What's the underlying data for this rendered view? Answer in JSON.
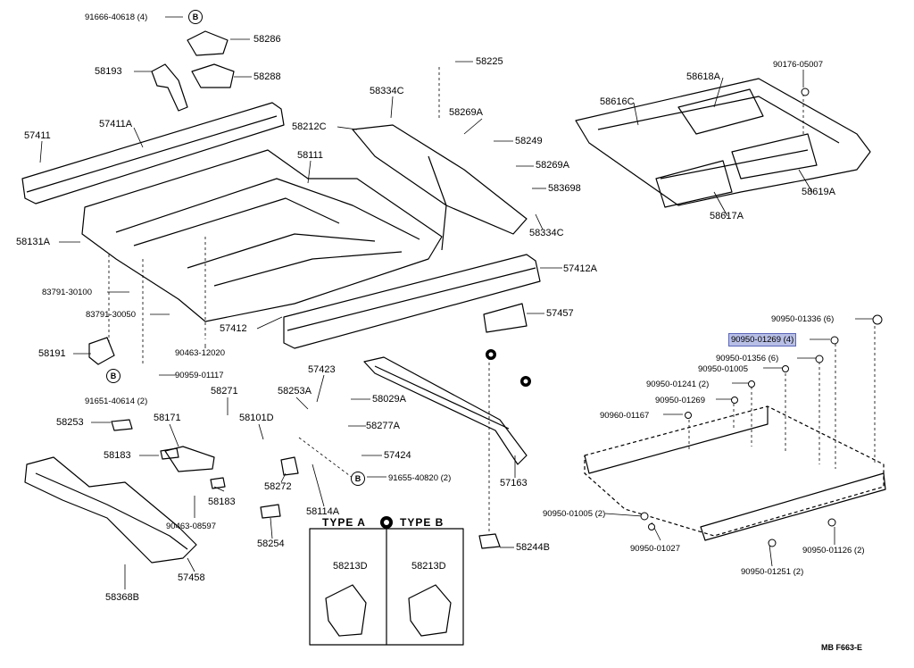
{
  "diagram": {
    "code": "MB  F663-E",
    "circle_symbol": "B",
    "type_a": "TYPE  A",
    "type_b": "TYPE  B",
    "highlight_color": "#b8bfe6",
    "parts": {
      "p91666": "91666-40618 (4)",
      "p58286": "58286",
      "p58193": "58193",
      "p58288": "58288",
      "p58225": "58225",
      "p90176": "90176-05007",
      "p58618A": "58618A",
      "p58616C": "58616C",
      "p58334C_top": "58334C",
      "p58269A_1": "58269A",
      "p57411": "57411",
      "p57411A": "57411A",
      "p58212C": "58212C",
      "p58249": "58249",
      "p58269A_2": "58269A",
      "p58111": "58111",
      "p58369B": "583698",
      "p58619A": "58619A",
      "p58617A": "58617A",
      "p58334C_bot": "58334C",
      "p58131A": "58131A",
      "p57412A": "57412A",
      "p83791_30100": "83791-30100",
      "p83791_30050": "83791-30050",
      "p57457": "57457",
      "p57412": "57412",
      "p90950_01336": "90950-01336 (6)",
      "p90463_12020": "90463-12020",
      "p90950_01269_4": "90950-01269 (4)",
      "p58191": "58191",
      "p90959_01117": "90959-01117",
      "p90950_01356": "90950-01356 (6)",
      "p57423": "57423",
      "p90950_01005_a": "90950-01005",
      "p58271": "58271",
      "p58253A": "58253A",
      "p91651": "91651-40614 (2)",
      "p58029A": "58029A",
      "p90950_01241": "90950-01241 (2)",
      "p90950_01269": "90950-01269",
      "p58171": "58171",
      "p58101D": "58101D",
      "p90960_01167": "90960-01167",
      "p58253": "58253",
      "p58277A": "58277A",
      "p58183_a": "58183",
      "p57424": "57424",
      "p91655": "91655-40820 (2)",
      "p57163": "57163",
      "p58272": "58272",
      "p58183_b": "58183",
      "p90463_08597": "90463-08597",
      "p58114A": "58114A",
      "p90950_01005_b": "90950-01005 (2)",
      "p58244B": "58244B",
      "p90950_01027": "90950-01027",
      "p90950_01126": "90950-01126 (2)",
      "p58254": "58254",
      "p57458": "57458",
      "p58213D_a": "58213D",
      "p58213D_b": "58213D",
      "p90950_01251": "90950-01251 (2)",
      "p58368B": "58368B"
    }
  }
}
